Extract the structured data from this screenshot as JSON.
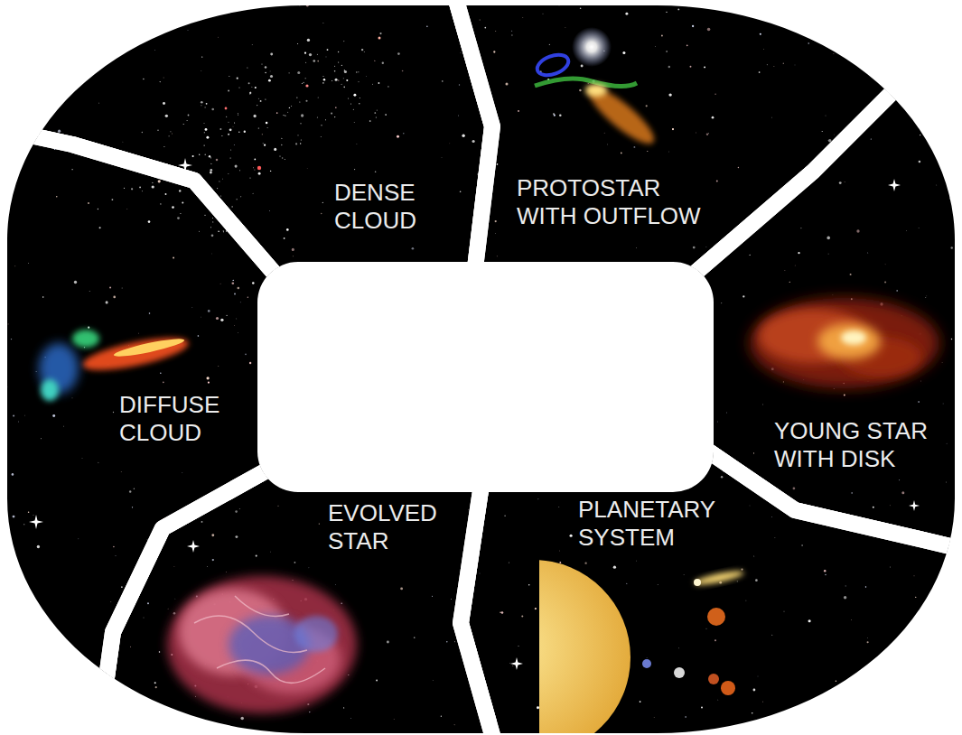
{
  "diagram": {
    "nodes": [
      {
        "text": [
          "DENSE CLOUD"
        ]
      },
      {
        "text": [
          "PROTOSTAR WITH OUTFLOW"
        ]
      },
      {
        "text": [
          "YOUNG STAR WITH DISK"
        ]
      },
      {
        "text": [
          "PLANETARY SYSTEM"
        ]
      },
      {
        "text": [
          "EVOLVED STAR"
        ]
      },
      {
        "text": [
          "DIFFUSE CLOUD"
        ]
      }
    ]
  }
}
